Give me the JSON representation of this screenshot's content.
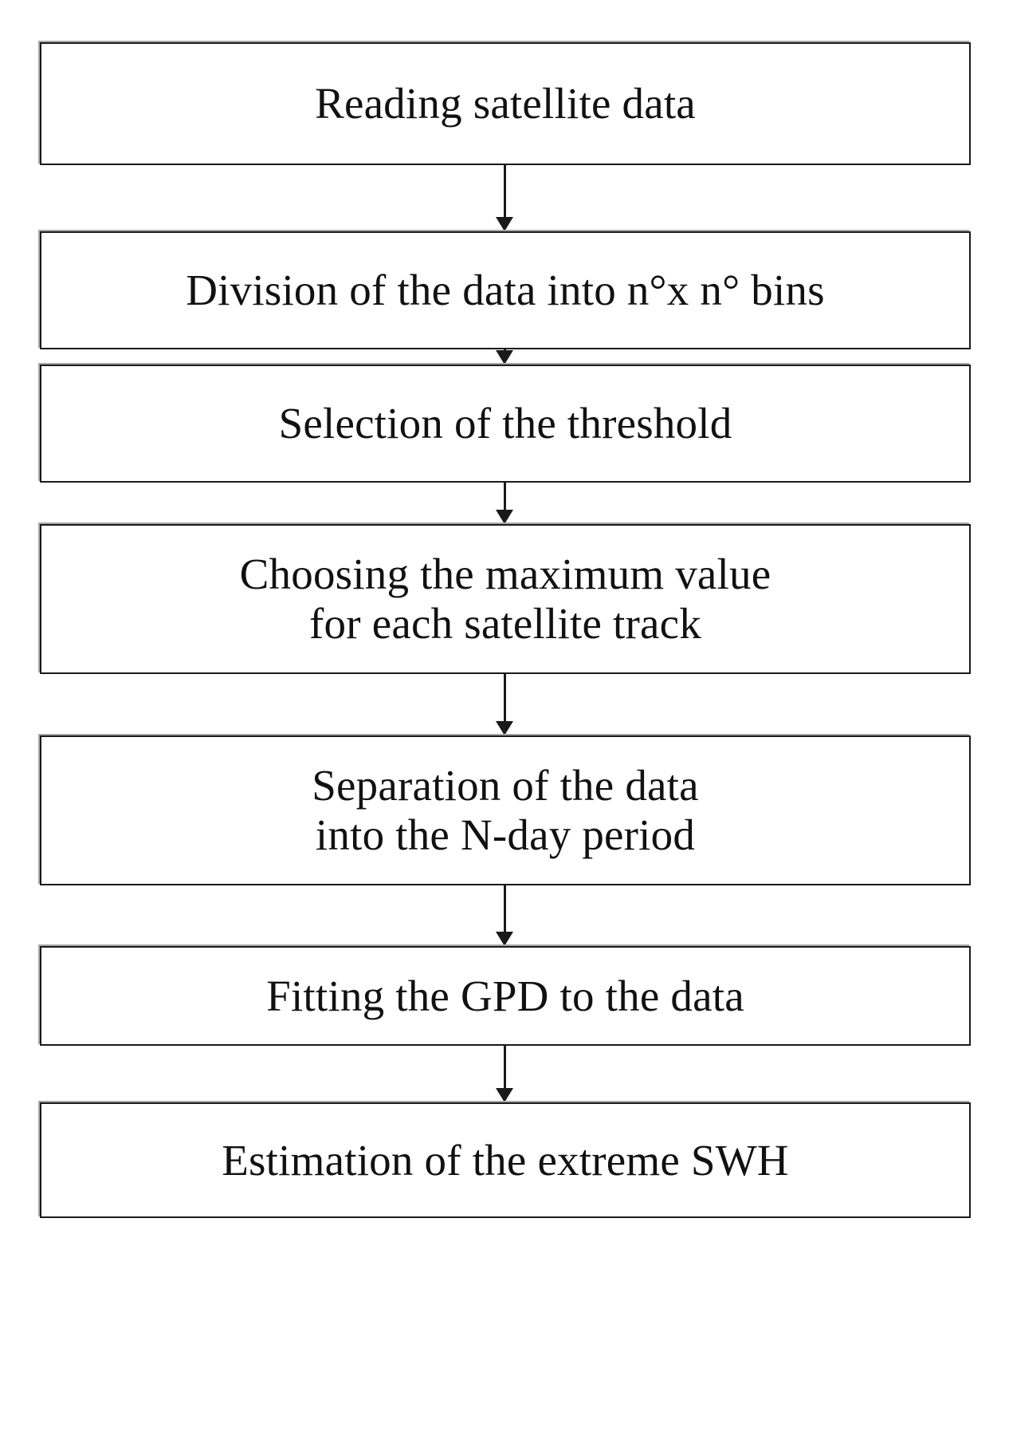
{
  "diagram": {
    "type": "flowchart",
    "orientation": "vertical-top-to-bottom",
    "shape": "rectangle",
    "colors": {
      "box_fill": "#ffffff",
      "box_border": "#1a1a1a",
      "arrow": "#1a1a1a",
      "text": "#111111",
      "background": "#ffffff"
    },
    "nodes": [
      {
        "id": "node-1",
        "label": "Reading satellite data",
        "lines": 1
      },
      {
        "id": "node-2",
        "label": "Division of the data into n°x n° bins",
        "lines": 1
      },
      {
        "id": "node-3",
        "label": "Selection of the threshold",
        "lines": 1
      },
      {
        "id": "node-4",
        "label": "Choosing the maximum value\nfor each satellite track",
        "lines": 2
      },
      {
        "id": "node-5",
        "label": "Separation of the data\ninto the N-day period",
        "lines": 2
      },
      {
        "id": "node-6",
        "label": "Fitting the GPD to the data",
        "lines": 1
      },
      {
        "id": "node-7",
        "label": "Estimation of the extreme SWH",
        "lines": 1
      }
    ],
    "edges": [
      {
        "id": "arrow-1",
        "from": "node-1",
        "to": "node-2",
        "marker": "arrowhead-down"
      },
      {
        "id": "arrow-2",
        "from": "node-2",
        "to": "node-3",
        "marker": "arrowhead-down"
      },
      {
        "id": "arrow-3",
        "from": "node-3",
        "to": "node-4",
        "marker": "arrowhead-down"
      },
      {
        "id": "arrow-4",
        "from": "node-4",
        "to": "node-5",
        "marker": "arrowhead-down"
      },
      {
        "id": "arrow-5",
        "from": "node-5",
        "to": "node-6",
        "marker": "arrowhead-down"
      },
      {
        "id": "arrow-6",
        "from": "node-6",
        "to": "node-7",
        "marker": "arrowhead-down"
      }
    ]
  }
}
